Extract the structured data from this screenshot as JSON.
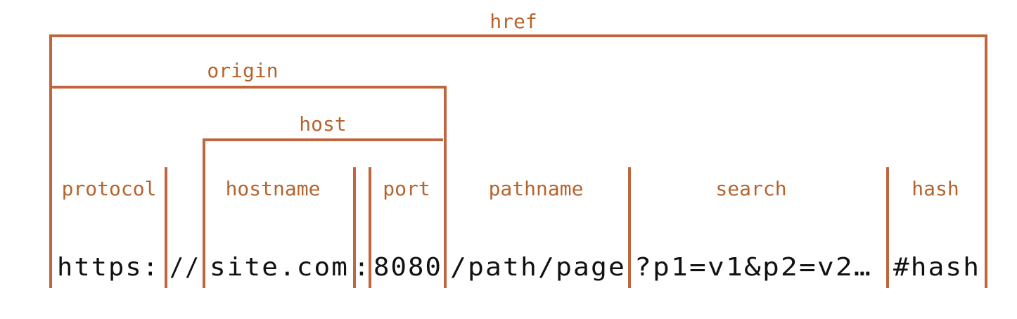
{
  "colors": {
    "accent": "#c0663f",
    "label": "#b5642e",
    "url_text": "#111111",
    "background": "#ffffff"
  },
  "labels": {
    "href": "href",
    "origin": "origin",
    "host": "host",
    "protocol": "protocol",
    "hostname": "hostname",
    "port": "port",
    "pathname": "pathname",
    "search": "search",
    "hash": "hash"
  },
  "url_parts": {
    "protocol": "https:",
    "slashes": "//",
    "hostname": "site.com",
    "colon": ":",
    "port": "8080",
    "pathname": "/path/page",
    "search": "?p1=v1&p2=v2…",
    "hash": "#hash"
  }
}
